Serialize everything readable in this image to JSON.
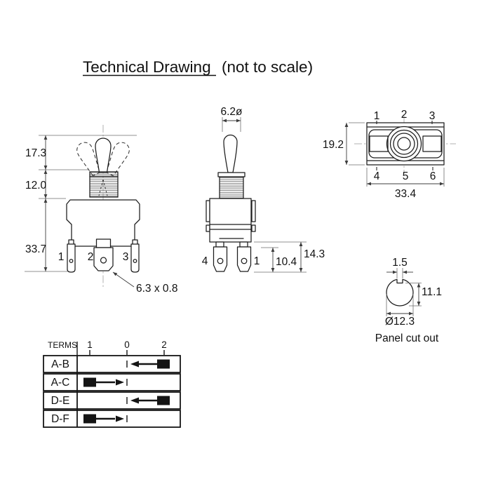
{
  "title": {
    "main": "Technical Drawing",
    "suffix": "(not to scale)"
  },
  "front_view": {
    "dims": {
      "lever_height": "17.3",
      "bushing_height": "12.0",
      "body_height": "33.7"
    },
    "terminals": {
      "t1": "1",
      "t2": "2",
      "t3": "3"
    },
    "terminal_size": "6.3 x 0.8"
  },
  "side_view": {
    "dims": {
      "lever_dia": "6.2ø",
      "tab_length": "10.4",
      "total_length": "14.3"
    },
    "terminals": {
      "t4": "4",
      "t1": "1"
    }
  },
  "top_view": {
    "terminals_top": {
      "t1": "1",
      "t2": "2",
      "t3": "3"
    },
    "terminals_bottom": {
      "t4": "4",
      "t5": "5",
      "t6": "6"
    },
    "dims": {
      "height": "19.2",
      "width": "33.4"
    }
  },
  "panel_cutout": {
    "dims": {
      "keyway_width": "1.5",
      "flat_height": "11.1",
      "diameter": "Ø12.3"
    },
    "caption": "Panel cut out"
  },
  "switch_table": {
    "terms_header": "TERMS",
    "position_headers": [
      "1",
      "0",
      "2"
    ],
    "rows": [
      {
        "label": "A-B",
        "from": "2",
        "to": "0"
      },
      {
        "label": "A-C",
        "from": "1",
        "to": "0"
      },
      {
        "label": "D-E",
        "from": "2",
        "to": "0"
      },
      {
        "label": "D-F",
        "from": "1",
        "to": "0"
      }
    ]
  },
  "colors": {
    "line": "#1c1c1c",
    "dim_line": "#3d3d3d",
    "extension_line": "#6e6e6e",
    "centerline": "#b0b0b0",
    "table_black": "#141414",
    "background": "#ffffff"
  }
}
